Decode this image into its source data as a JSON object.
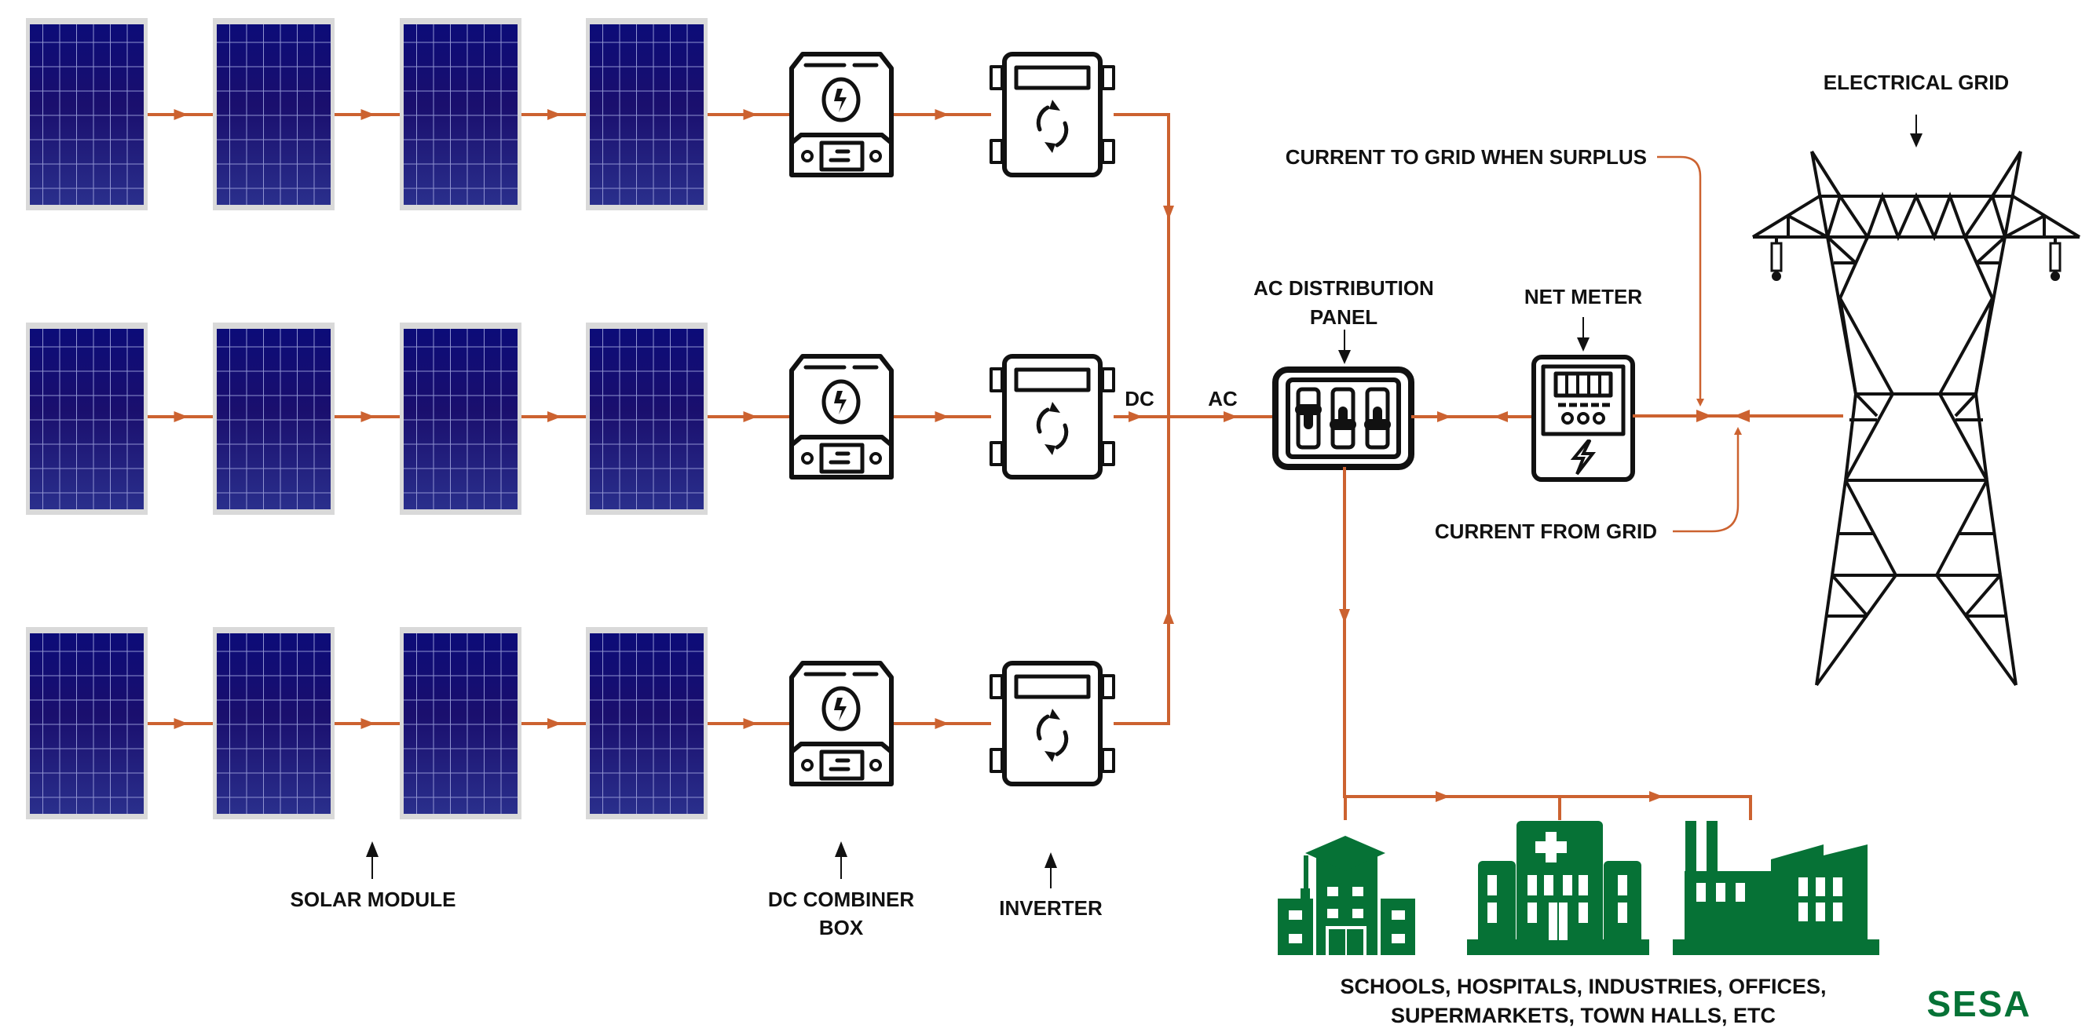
{
  "diagram": {
    "type": "on-grid solar power system",
    "colors": {
      "wire": "#cc6230",
      "icon_stroke": "#111111",
      "building_green": "#067236",
      "panel_blue": "#1a1a7a"
    },
    "solar_array": {
      "rows": 3,
      "panels_per_row": 4,
      "label": "SOLAR MODULE"
    },
    "components": {
      "dc_combiner_box": {
        "label_line1": "DC COMBINER",
        "label_line2": "BOX",
        "icon": "combiner-box-icon"
      },
      "inverter": {
        "label": "INVERTER",
        "icon": "inverter-icon"
      },
      "dc_label": "DC",
      "ac_label": "AC",
      "ac_distribution_panel": {
        "label_line1": "AC DISTRIBUTION",
        "label_line2": "PANEL",
        "icon": "distribution-panel-icon"
      },
      "net_meter": {
        "label": "NET METER",
        "icon": "net-meter-icon"
      },
      "electrical_grid": {
        "label": "ELECTRICAL GRID",
        "icon": "transmission-tower-icon"
      }
    },
    "flow_annotations": {
      "to_grid": "CURRENT TO GRID WHEN SURPLUS",
      "from_grid": "CURRENT FROM GRID"
    },
    "consumers": {
      "icons": [
        "school-icon",
        "hospital-icon",
        "factory-icon"
      ],
      "label_line1": "SCHOOLS, HOSPITALS, INDUSTRIES, OFFICES,",
      "label_line2": "SUPERMARKETS, TOWN HALLS, ETC"
    },
    "logo": "SESA"
  }
}
